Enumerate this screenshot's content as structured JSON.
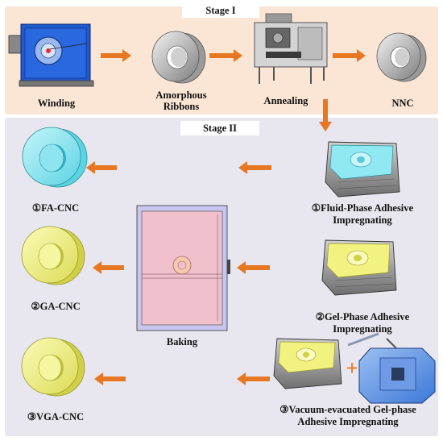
{
  "stage1": {
    "title": "Stage I",
    "labels": {
      "winding": "Winding",
      "ribbons_line1": "Amorphous",
      "ribbons_line2": "Ribbons",
      "annealing": "Annealing",
      "nnc": "NNC"
    }
  },
  "stage2": {
    "title": "Stage II",
    "processes": {
      "fluid_line1": "①Fluid-Phase Adhesive",
      "fluid_line2": "Impregnating",
      "gel_line1": "②Gel-Phase Adhesive",
      "gel_line2": "Impregnating",
      "vacuum_line1": "③Vacuum-evacuated Gel-phase",
      "vacuum_line2": "Adhesive Impregnating",
      "plus": "+"
    },
    "baking": "Baking",
    "products": {
      "fa": "①FA-CNC",
      "ga": "②GA-CNC",
      "vga": "③VGA-CNC"
    }
  },
  "colors": {
    "stage1_bg": "#fbe6d6",
    "stage2_bg": "#e8e6ee",
    "arrow": "#e87722",
    "fa_core": "#8fe8f2",
    "gel_core": "#f2f280",
    "oven_door": "#f2c0cc",
    "oven_frame": "#c8c6f0",
    "winder_blue": "#1f5ad0"
  }
}
